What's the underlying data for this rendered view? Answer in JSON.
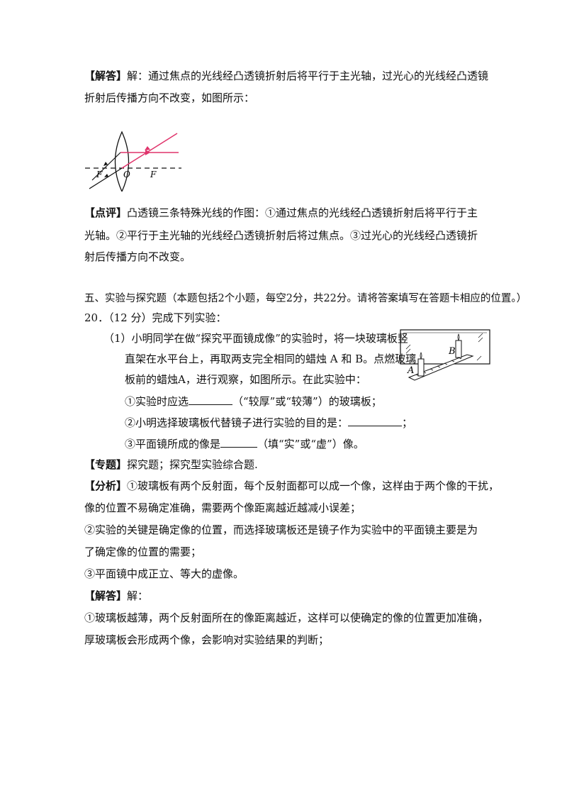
{
  "answer1": {
    "tag": "【解答】",
    "line1": "解：通过焦点的光线经凸透镜折射后将平行于主光轴，过光心的光线经凸透镜",
    "line2": "折射后传播方向不改变，如图所示："
  },
  "lens_figure": {
    "left_focus": "F",
    "center": "O",
    "right_focus": "F",
    "ray_color": "#e0336b"
  },
  "comment": {
    "tag": "【点评】",
    "line1": "凸透镜三条特殊光线的作图：①通过焦点的光线经凸透镜折射后将平行于主",
    "line2": "光轴。②平行于主光轴的光线经凸透镜折射后将过焦点。③过光心的光线经凸透镜折",
    "line3": "射后传播方向不改变。"
  },
  "section5": {
    "heading": "五、实验与探究题（本题包括2个小题，每空2分，共22分。请将答案填写在答题卡相应的位置。）"
  },
  "question20": {
    "stem": "20．（12 分）完成下列实验：",
    "part1_line1": "（1）小明同学在做“探究平面镜成像”的实验时，将一块玻璃板竖",
    "part1_line2": "直架在水平台上，再取两支完全相同的蜡烛 A 和 B。点燃玻璃",
    "part1_line3": "板前的蜡烛A，进行观察，如图所示。在此实验中：",
    "item1_pre": "①实验时应选",
    "item1_post": "（“较厚”或“较薄”）的玻璃板；",
    "item2_pre": "②小明选择玻璃板代替镜子进行实验的目的是：",
    "item2_post": "；",
    "item3_pre": "③平面镜所成的像是",
    "item3_post": "（填“实”或“虚”）像。"
  },
  "mirror_figure": {
    "label_a": "A",
    "label_b": "B"
  },
  "topic": {
    "tag": "【专题】",
    "text": "探究题；探究型实验综合题."
  },
  "analysis": {
    "tag": "【分析】",
    "line1": "①玻璃板有两个反射面，每个反射面都可以成一个像，这样由于两个像的干扰，",
    "line2": "像的位置不易确定准确，需要两个像距离越近越减小误差；",
    "line3": "②实验的关键是确定像的位置，而选择玻璃板还是镜子作为实验中的平面镜主要是为",
    "line4": "了确定像的位置的需要；",
    "line5": "③平面镜中成正立、等大的虚像。"
  },
  "answer2": {
    "tag": "【解答】",
    "text": "解：",
    "line1": "①玻璃板越薄，两个反射面所在的像距离越近，这样可以使确定的像的位置更加准确，",
    "line2": "厚玻璃板会形成两个像，会影响对实验结果的判断；"
  }
}
